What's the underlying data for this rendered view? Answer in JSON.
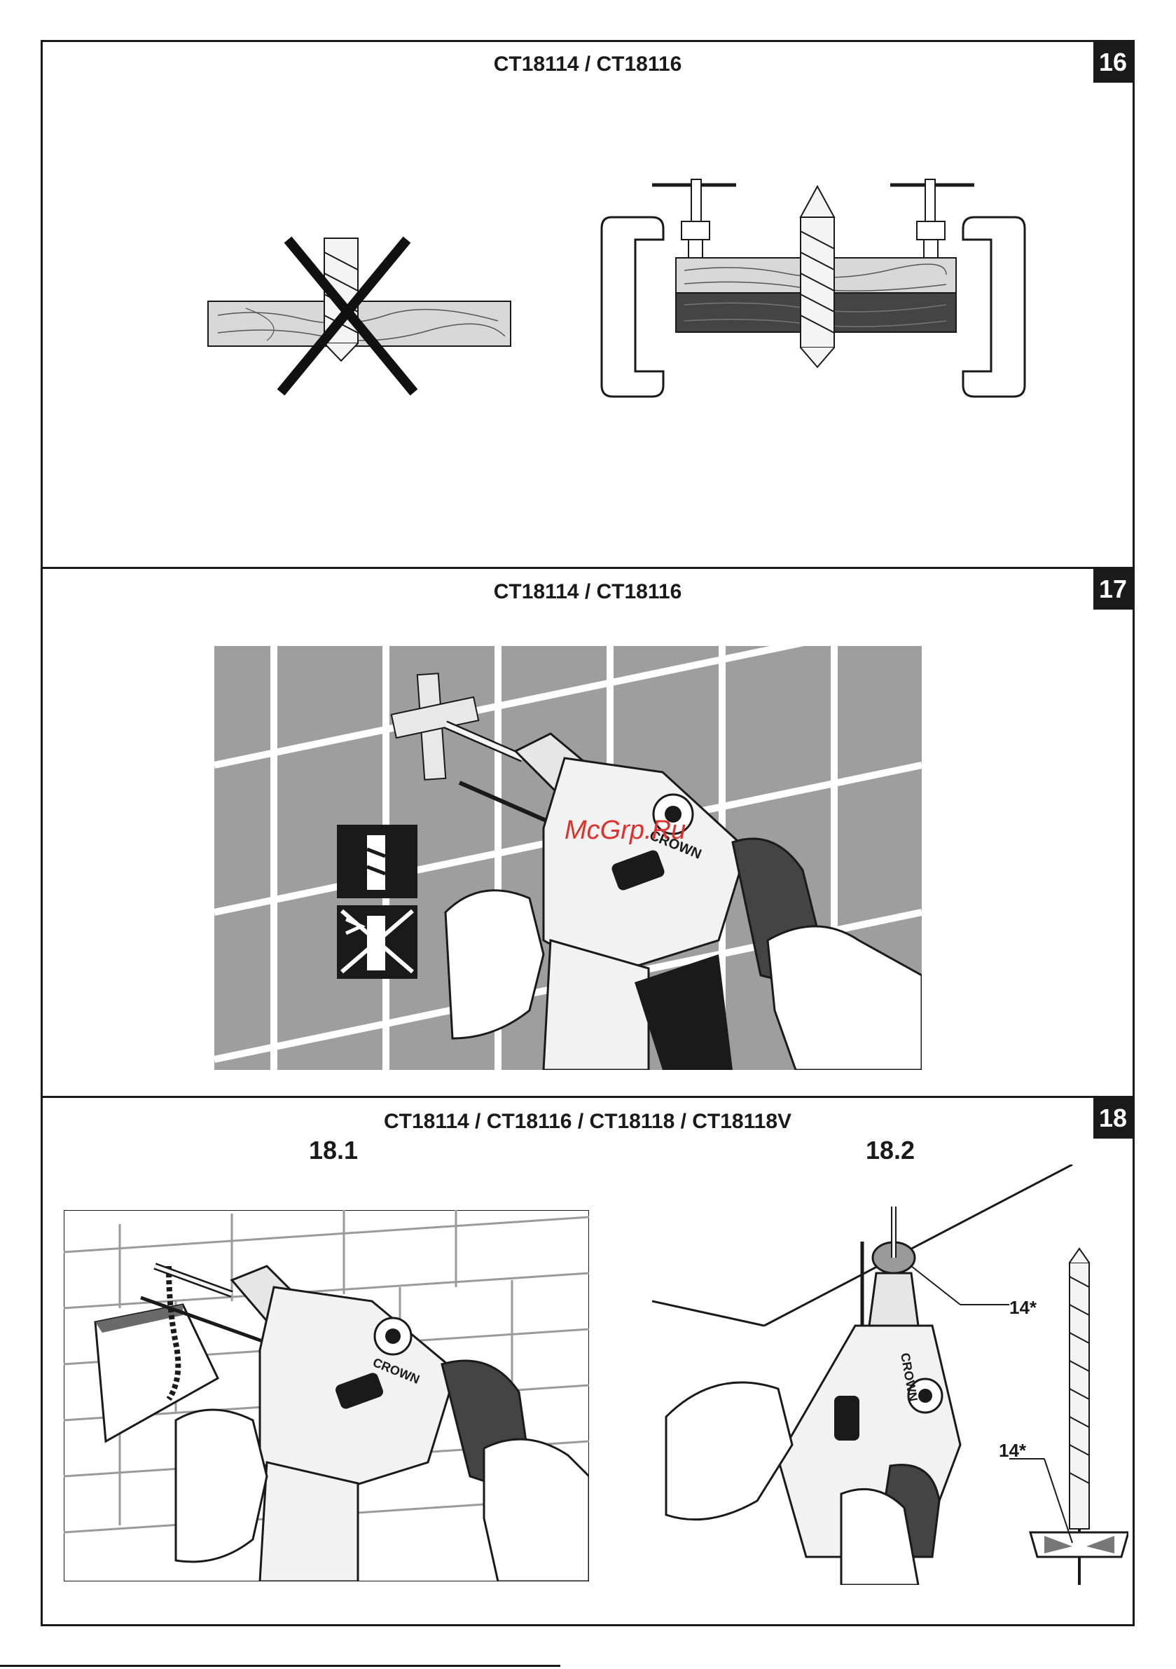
{
  "panels": [
    {
      "title": "CT18114 / CT18116",
      "number": "16"
    },
    {
      "title": "CT18114 / CT18116",
      "number": "17"
    },
    {
      "title": "CT18114 / CT18116 / CT18118 / CT18118V",
      "number": "18"
    }
  ],
  "figure18": {
    "left_label": "18.1",
    "right_label": "18.2",
    "callout_top": "14*",
    "callout_bottom": "14*"
  },
  "brand_on_tool": "CROWN",
  "watermark": "McGrp.Ru",
  "colors": {
    "ink": "#1a1a1a",
    "tile_gray": "#9e9e9e",
    "wood_light": "#d8d8d8",
    "wood_dark": "#444444",
    "watermark": "#e0302c"
  }
}
